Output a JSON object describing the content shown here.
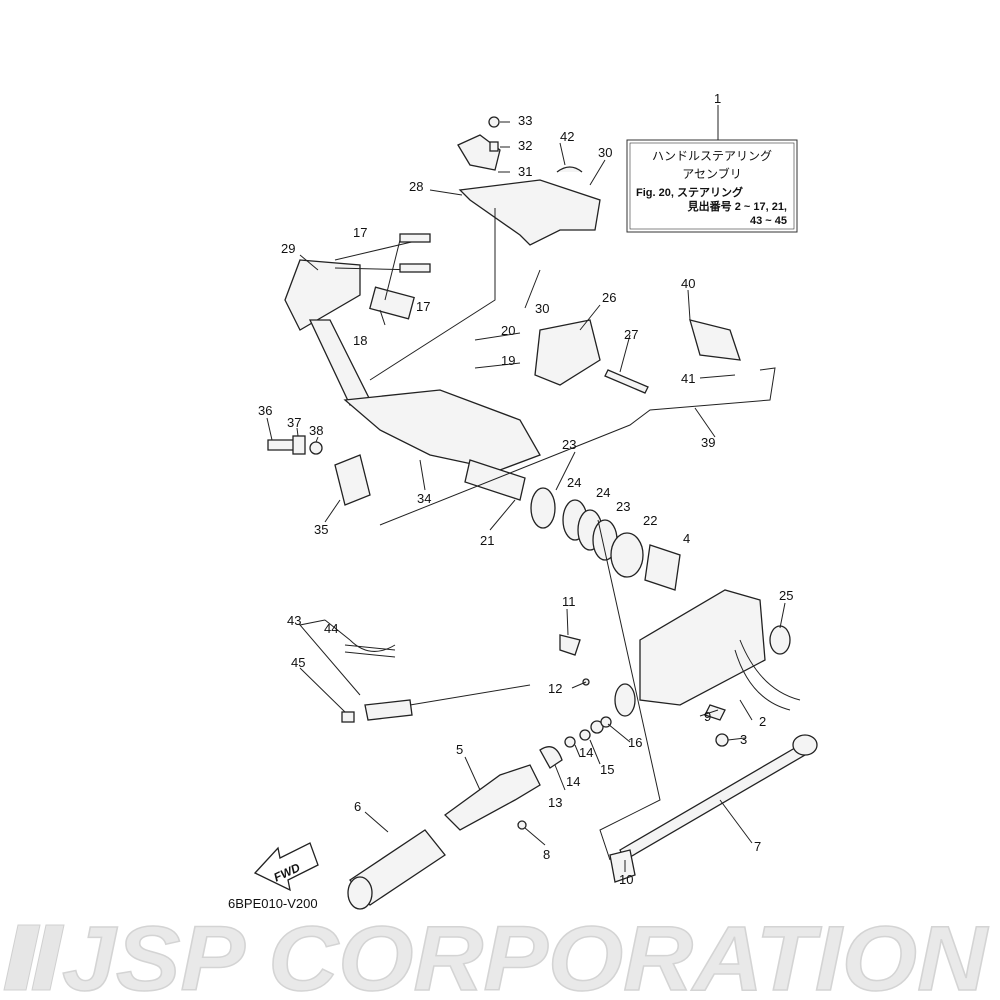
{
  "watermark": "JSP CORPORATION",
  "note_box": {
    "line1": "ハンドルステアリング",
    "line2": "アセンブリ",
    "line3": "Fig. 20, ステアリング",
    "line4": "見出番号 2 ~ 17, 21,",
    "line5": "43 ~ 45"
  },
  "fwd_label": "FWD",
  "diagram_code": "6BPE010-V200",
  "callouts": [
    "1",
    "33",
    "32",
    "31",
    "42",
    "30",
    "28",
    "17",
    "29",
    "17",
    "18",
    "30",
    "26",
    "40",
    "20",
    "27",
    "19",
    "41",
    "39",
    "36",
    "37",
    "38",
    "23",
    "24",
    "24",
    "23",
    "22",
    "4",
    "34",
    "35",
    "21",
    "11",
    "25",
    "43",
    "44",
    "45",
    "12",
    "9",
    "2",
    "3",
    "16",
    "5",
    "14",
    "15",
    "14",
    "13",
    "7",
    "6",
    "8",
    "10"
  ]
}
